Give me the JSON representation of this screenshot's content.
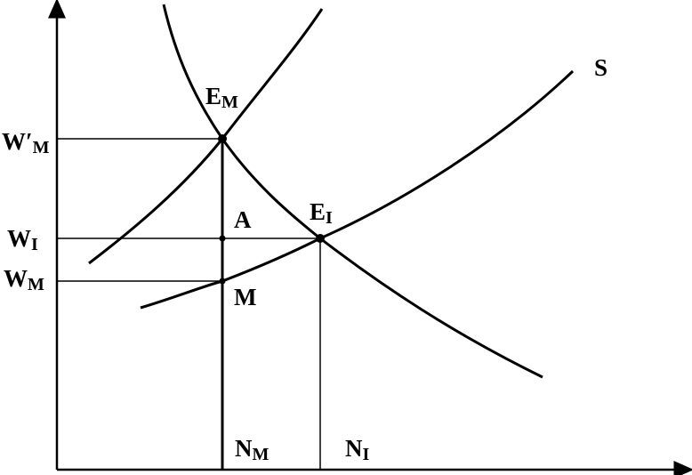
{
  "labels": {
    "equilibrium_monopsony": "E",
    "equilibrium_monopsony_sub": "M",
    "equilibrium_competitive": "E",
    "equilibrium_competitive_sub": "I",
    "point_a": "A",
    "point_m": "M",
    "curve_s": "S",
    "wage_monopsony_prime": "W′",
    "wage_monopsony_prime_sub": "M",
    "wage_competitive": "W",
    "wage_competitive_sub": "I",
    "wage_monopsony": "W",
    "wage_monopsony_sub": "M",
    "employment_monopsony": "N",
    "employment_monopsony_sub": "M",
    "employment_competitive": "N",
    "employment_competitive_sub": "I"
  },
  "colors": {
    "ink": "#000000",
    "background": "#ffffff"
  }
}
